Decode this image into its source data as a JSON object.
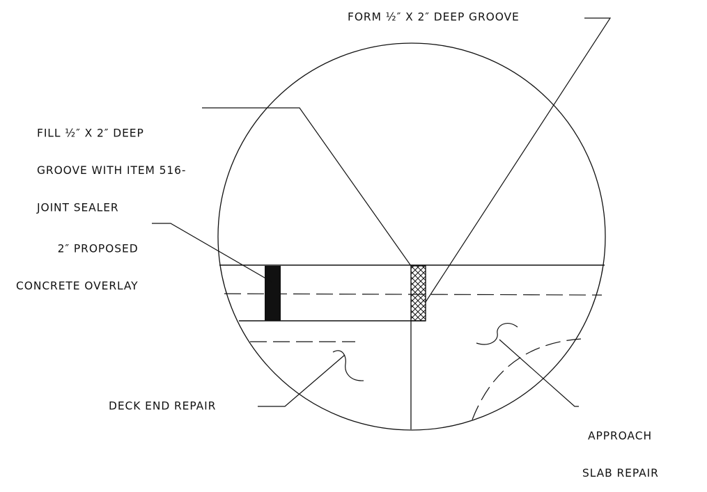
{
  "labels": {
    "form_groove": "FORM ½″ X 2″ DEEP GROOVE",
    "fill_groove": [
      "FILL ½″ X 2″ DEEP",
      "GROOVE WITH ITEM 516-",
      "JOINT SEALER"
    ],
    "overlay": [
      "2″ PROPOSED",
      "CONCRETE OVERLAY"
    ],
    "deck_end_repair": "DECK END REPAIR",
    "approach_slab_repair": [
      "APPROACH",
      "SLAB REPAIR"
    ]
  },
  "colors": {
    "ink": "#111111",
    "background": "#ffffff"
  }
}
